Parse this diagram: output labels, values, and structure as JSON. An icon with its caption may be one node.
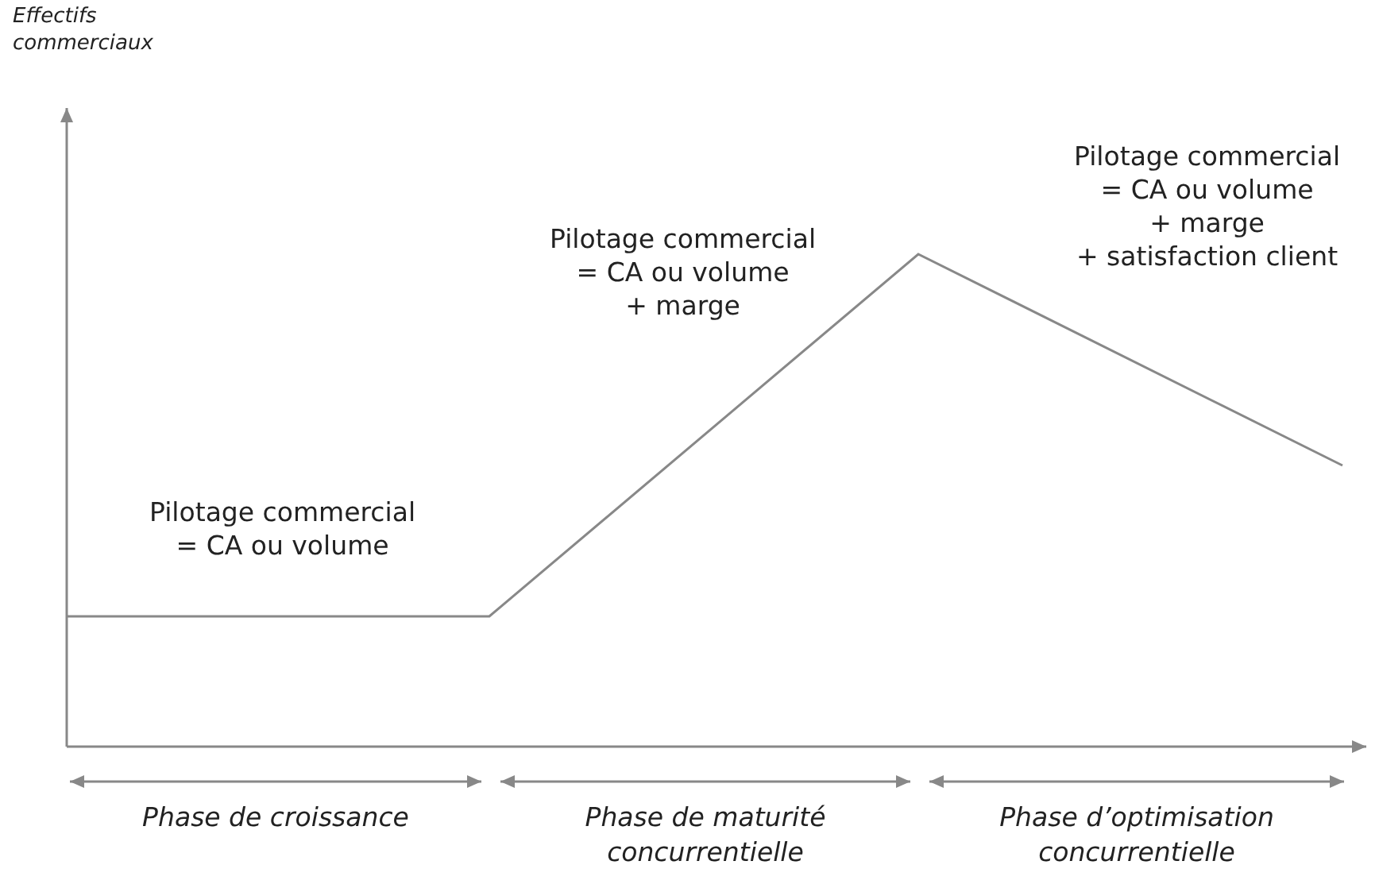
{
  "diagram": {
    "labels": [
      "Effectifs commerciaux",
      "Pilotage commercial = CA ou volume + marge + satisfaction client",
      "Pilotage commercial = CA ou volume + marge",
      "Pilotage commercial = CA ou volume",
      "Phase de croissance",
      "Phase de maturité concurrentielle",
      "Phase d’optimisation concurrentielle"
    ]
  }
}
